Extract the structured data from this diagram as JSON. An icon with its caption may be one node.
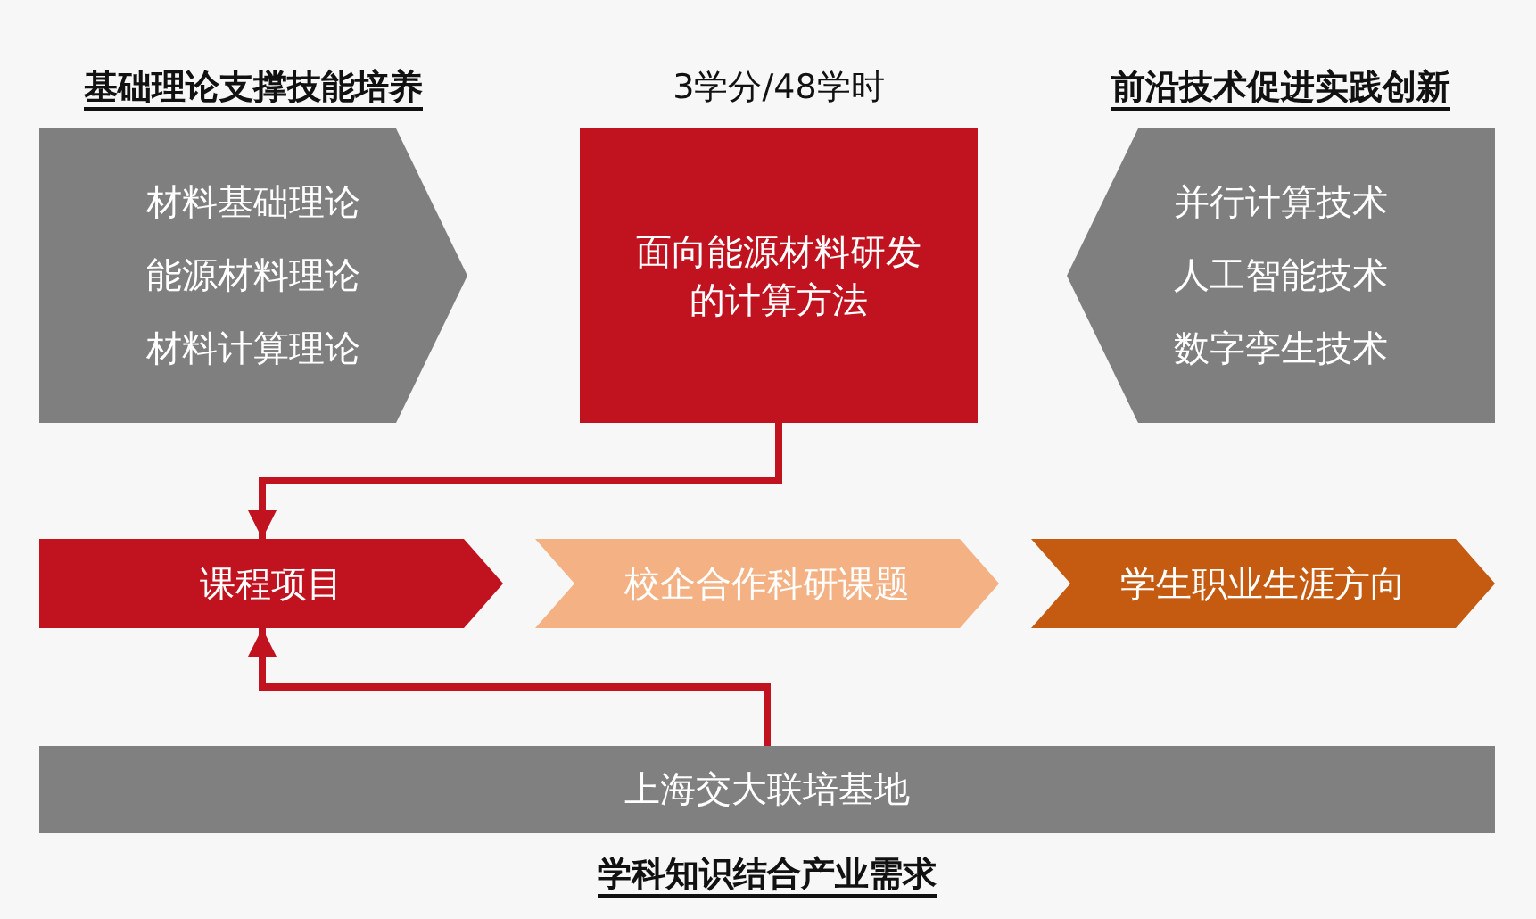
{
  "diagram": {
    "nodes": [
      {
        "text": [
          "基础理论支撑技能培养",
          "材料基础理论",
          "能源材料理论",
          "材料计算理论"
        ]
      },
      {
        "text": [
          "3学分/48学时",
          "面向能源材料研发的计算方法"
        ]
      },
      {
        "text": [
          "前沿技术促进实践创新",
          "并行计算技术",
          "人工智能技术",
          "数字孪生技术"
        ]
      },
      {
        "text": [
          "课程项目"
        ]
      },
      {
        "text": [
          "校企合作科研课题"
        ]
      },
      {
        "text": [
          "学生职业生涯方向"
        ]
      },
      {
        "text": [
          "上海交大联培基地",
          "学科知识结合产业需求"
        ]
      }
    ],
    "edges": [
      {
        "from": 1,
        "to": 3,
        "arrow": "to"
      },
      {
        "from": 6,
        "to": 3,
        "arrow": "to"
      }
    ]
  }
}
